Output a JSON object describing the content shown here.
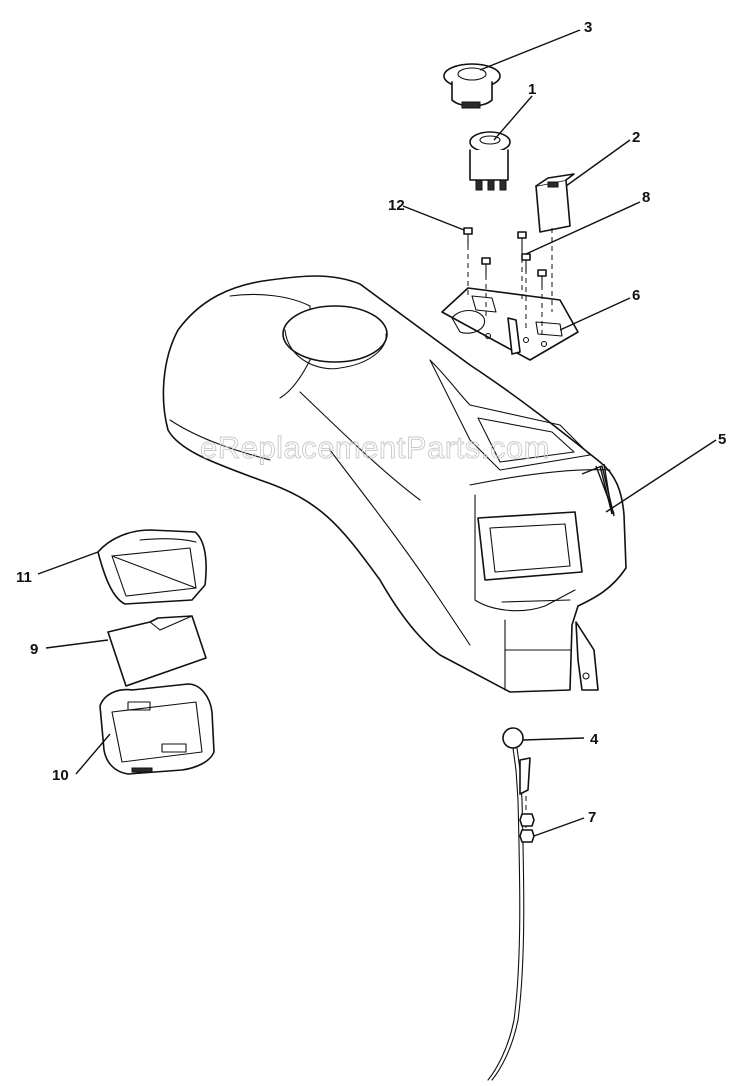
{
  "watermark": "eReplacementParts.com",
  "callouts": [
    {
      "id": "1",
      "label": "1"
    },
    {
      "id": "2",
      "label": "2"
    },
    {
      "id": "3",
      "label": "3"
    },
    {
      "id": "4",
      "label": "4"
    },
    {
      "id": "5",
      "label": "5"
    },
    {
      "id": "6",
      "label": "6"
    },
    {
      "id": "7",
      "label": "7"
    },
    {
      "id": "8",
      "label": "8"
    },
    {
      "id": "9",
      "label": "9"
    },
    {
      "id": "10",
      "label": "10"
    },
    {
      "id": "11",
      "label": "11"
    },
    {
      "id": "12",
      "label": "12"
    }
  ]
}
